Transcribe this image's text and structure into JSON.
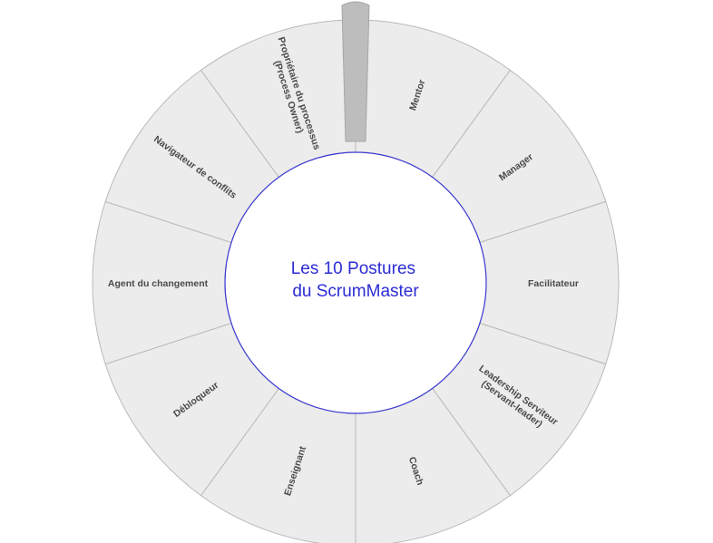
{
  "center": {
    "line1": "Les 10 Postures",
    "line2": "du ScrumMaster"
  },
  "segments": [
    {
      "id": "mentor",
      "lines": [
        "Mentor"
      ]
    },
    {
      "id": "manager",
      "lines": [
        "Manager"
      ]
    },
    {
      "id": "facilitateur",
      "lines": [
        "Facilitateur"
      ]
    },
    {
      "id": "leadership-serviteur",
      "lines": [
        "Leadership Serviteur",
        "(Servant-leader)"
      ]
    },
    {
      "id": "coach",
      "lines": [
        "Coach"
      ]
    },
    {
      "id": "enseignant",
      "lines": [
        "Enseignant"
      ]
    },
    {
      "id": "debloqueur",
      "lines": [
        "Débloqueur"
      ]
    },
    {
      "id": "agent-du-changement",
      "lines": [
        "Agent du changement"
      ]
    },
    {
      "id": "navigateur-de-conflits",
      "lines": [
        "Navigateur de conflits"
      ]
    },
    {
      "id": "proprietaire-du-processus",
      "lines": [
        "Propriétaire du processus",
        "(Process Owner)"
      ]
    }
  ],
  "colors": {
    "segment_fill": "#ececec",
    "segment_stroke": "#b9b9b9",
    "center_fill": "#ffffff",
    "center_stroke": "#3a3ad0",
    "pointer_fill": "#bdbdbd",
    "label_text": "#4a4a4a",
    "center_text": "#2b2bd6"
  }
}
